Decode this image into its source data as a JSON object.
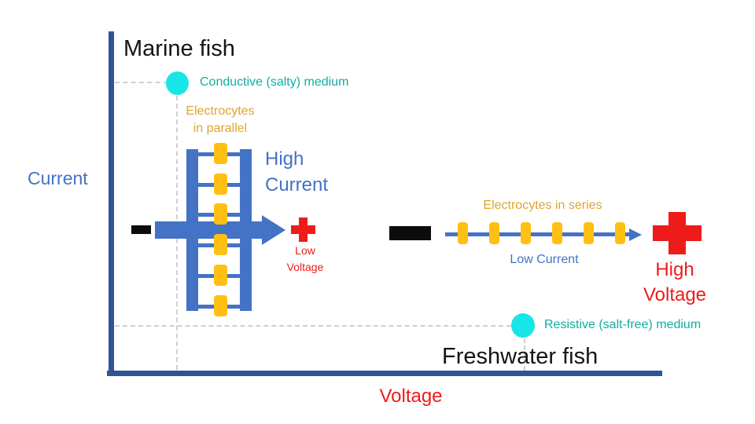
{
  "figure": {
    "y_axis_label": "Current",
    "x_axis_label": "Voltage",
    "marine": {
      "title": "Marine fish",
      "medium_label": "Conductive (salty) medium",
      "arrangement_line1": "Electrocytes",
      "arrangement_line2": "in parallel",
      "current_line1": "High",
      "current_line2": "Current",
      "voltage_line1": "Low",
      "voltage_line2": "Voltage",
      "electrocyte_count": 6,
      "plot_position": "high current, low voltage (top-left)"
    },
    "freshwater": {
      "title": "Freshwater fish",
      "medium_label": "Resistive (salt-free) medium",
      "arrangement_label": "Electrocytes in series",
      "current_label": "Low Current",
      "voltage_line1": "High",
      "voltage_line2": "Voltage",
      "electrocyte_count": 6,
      "plot_position": "low current, high voltage (bottom-right)"
    },
    "colors": {
      "axis_blue": "#2F5496",
      "circuit_blue": "#4472C4",
      "electrocyte_gold": "#FFC013",
      "gold_text": "#DFA42C",
      "red": "#EE1B1B",
      "medium_cyan": "#19E5E6",
      "teal_text": "#12ACA4",
      "terminal_black": "#0c0c0c",
      "dash_gray": "#CFCFCF"
    }
  }
}
